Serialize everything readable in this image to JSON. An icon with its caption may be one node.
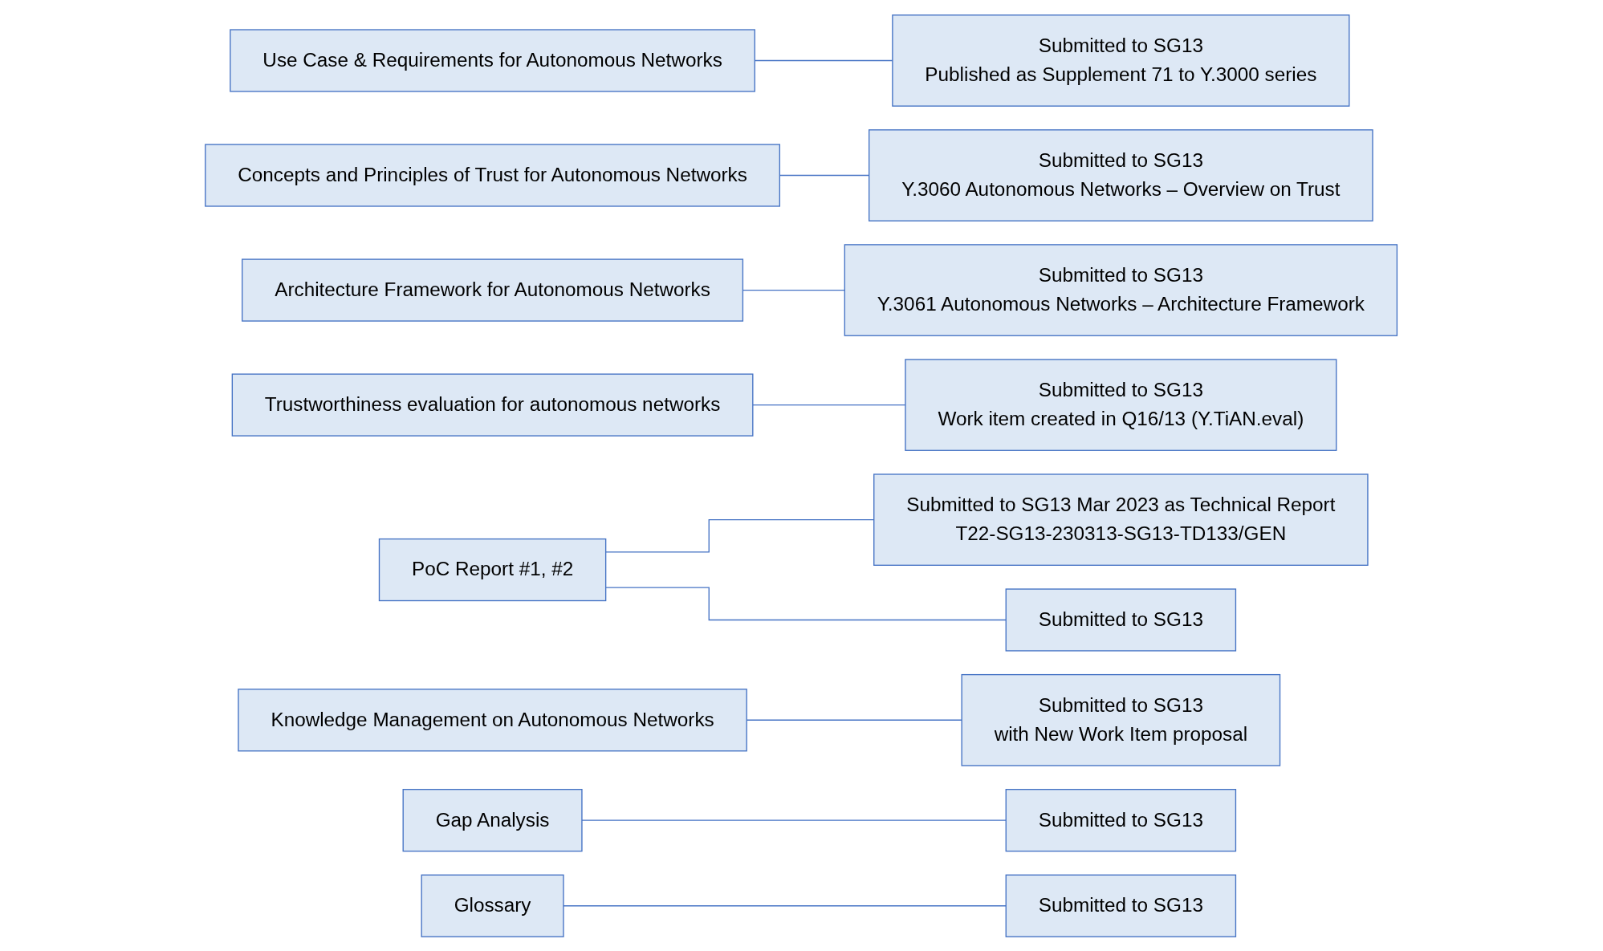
{
  "diagram": {
    "nodes": [
      {
        "text": [
          "Use Case & Requirements for Autonomous Networks"
        ]
      },
      {
        "text": [
          "Submitted to SG13",
          "Published as Supplement 71 to Y.3000 series"
        ]
      },
      {
        "text": [
          "Concepts and Principles of Trust for Autonomous Networks"
        ]
      },
      {
        "text": [
          "Submitted to SG13",
          "Y.3060 Autonomous Networks – Overview on Trust"
        ]
      },
      {
        "text": [
          "Architecture Framework for Autonomous Networks"
        ]
      },
      {
        "text": [
          "Submitted to SG13",
          "Y.3061 Autonomous Networks – Architecture Framework"
        ]
      },
      {
        "text": [
          "Trustworthiness evaluation for autonomous networks"
        ]
      },
      {
        "text": [
          "Submitted to SG13",
          "Work item created in Q16/13 (Y.TiAN.eval)"
        ]
      },
      {
        "text": [
          "PoC Report #1, #2"
        ]
      },
      {
        "text": [
          "Submitted to SG13 Mar 2023 as Technical Report",
          "T22-SG13-230313-SG13-TD133/GEN"
        ]
      },
      {
        "text": [
          "Submitted to SG13"
        ]
      },
      {
        "text": [
          "Knowledge Management on Autonomous Networks"
        ]
      },
      {
        "text": [
          "Submitted to SG13",
          "with New Work Item proposal"
        ]
      },
      {
        "text": [
          "Gap Analysis"
        ]
      },
      {
        "text": [
          "Submitted to SG13"
        ]
      },
      {
        "text": [
          "Glossary"
        ]
      },
      {
        "text": [
          "Submitted to SG13"
        ]
      }
    ],
    "edges": [
      {
        "from": 0,
        "to": 1,
        "arrow": "none"
      },
      {
        "from": 2,
        "to": 3,
        "arrow": "none"
      },
      {
        "from": 4,
        "to": 5,
        "arrow": "none"
      },
      {
        "from": 6,
        "to": 7,
        "arrow": "none"
      },
      {
        "from": 8,
        "to": 9,
        "arrow": "none"
      },
      {
        "from": 8,
        "to": 10,
        "arrow": "none"
      },
      {
        "from": 11,
        "to": 12,
        "arrow": "none"
      },
      {
        "from": 13,
        "to": 14,
        "arrow": "none"
      },
      {
        "from": 15,
        "to": 16,
        "arrow": "none"
      }
    ]
  }
}
